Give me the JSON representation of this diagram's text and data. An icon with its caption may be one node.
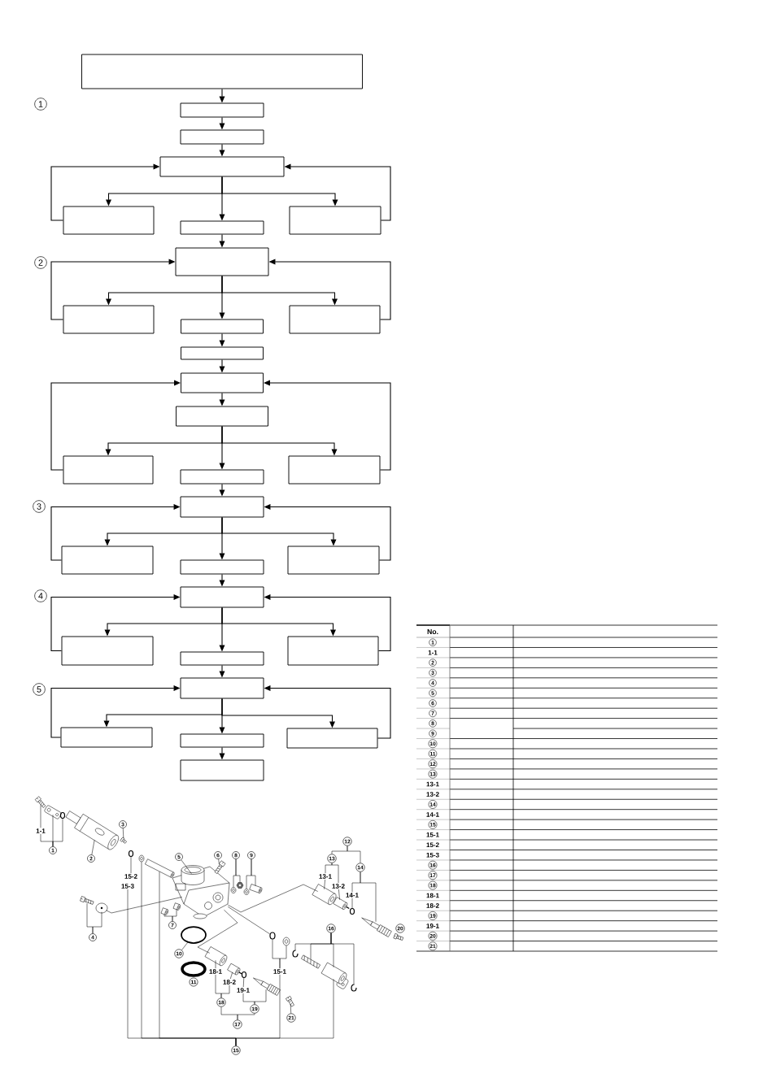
{
  "diagram": {
    "nodes": [
      {
        "text": [],
        "shape": "box"
      },
      {
        "text": [],
        "shape": "box"
      },
      {
        "text": [],
        "shape": "box"
      },
      {
        "text": [],
        "shape": "box"
      },
      {
        "text": [],
        "shape": "box"
      },
      {
        "text": [],
        "shape": "box"
      },
      {
        "text": [],
        "shape": "box"
      },
      {
        "text": [],
        "shape": "box"
      },
      {
        "text": [],
        "shape": "box"
      },
      {
        "text": [],
        "shape": "box"
      },
      {
        "text": [],
        "shape": "box"
      },
      {
        "text": [],
        "shape": "box"
      },
      {
        "text": [],
        "shape": "box"
      },
      {
        "text": [],
        "shape": "box"
      },
      {
        "text": [],
        "shape": "box"
      },
      {
        "text": [],
        "shape": "box"
      },
      {
        "text": [],
        "shape": "box"
      },
      {
        "text": [],
        "shape": "box"
      },
      {
        "text": [],
        "shape": "box"
      },
      {
        "text": [],
        "shape": "box"
      },
      {
        "text": [],
        "shape": "box"
      },
      {
        "text": [],
        "shape": "box"
      },
      {
        "text": [],
        "shape": "box"
      },
      {
        "text": [],
        "shape": "box"
      },
      {
        "text": [],
        "shape": "box"
      },
      {
        "text": [],
        "shape": "box"
      },
      {
        "text": [],
        "shape": "box"
      },
      {
        "text": [],
        "shape": "box"
      },
      {
        "text": [],
        "shape": "box"
      },
      {
        "text": [],
        "shape": "box"
      },
      {
        "text": [
          "1-1"
        ]
      },
      {
        "text": [
          "1"
        ]
      },
      {
        "text": [
          "2"
        ]
      },
      {
        "text": [
          "3"
        ]
      },
      {
        "text": [
          "5"
        ]
      },
      {
        "text": [
          "6"
        ]
      },
      {
        "text": [
          "8"
        ]
      },
      {
        "text": [
          "9"
        ]
      },
      {
        "text": [
          "12"
        ]
      },
      {
        "text": [
          "13"
        ]
      },
      {
        "text": [
          "14"
        ]
      },
      {
        "text": [
          "13-1"
        ]
      },
      {
        "text": [
          "13-2"
        ]
      },
      {
        "text": [
          "14-1"
        ]
      },
      {
        "text": [
          "15-2"
        ]
      },
      {
        "text": [
          "15-3"
        ]
      },
      {
        "text": [
          "4"
        ]
      },
      {
        "text": [
          "7"
        ]
      },
      {
        "text": [
          "16"
        ]
      },
      {
        "text": [
          "10"
        ]
      },
      {
        "text": [
          "15-1"
        ]
      },
      {
        "text": [
          "18-1"
        ]
      },
      {
        "text": [
          "18-2"
        ]
      },
      {
        "text": [
          "19-1"
        ]
      },
      {
        "text": [
          "18"
        ]
      },
      {
        "text": [
          "19"
        ]
      },
      {
        "text": [
          "21"
        ]
      },
      {
        "text": [
          "17"
        ]
      },
      {
        "text": [
          "15"
        ]
      },
      {
        "text": [],
        "shape": "picture"
      },
      {
        "text": [],
        "shape": "picture"
      },
      {
        "text": [],
        "shape": "circle"
      },
      {
        "text": [],
        "shape": "picture"
      },
      {
        "text": [],
        "shape": "picture"
      },
      {
        "text": [],
        "shape": "circle"
      },
      {
        "text": [],
        "shape": "picture"
      },
      {
        "text": [],
        "shape": "picture"
      },
      {
        "text": [],
        "shape": "picture"
      },
      {
        "text": [],
        "shape": "picture"
      },
      {
        "text": [],
        "shape": "picture"
      },
      {
        "text": [],
        "shape": "picture"
      },
      {
        "text": [],
        "shape": "picture"
      },
      {
        "text": [],
        "shape": "picture"
      },
      {
        "text": [],
        "shape": "picture"
      },
      {
        "text": [],
        "shape": "picture"
      },
      {
        "text": [],
        "shape": "picture"
      },
      {
        "text": [],
        "shape": "picture"
      },
      {
        "text": [],
        "shape": "picture"
      },
      {
        "text": [],
        "shape": "picture"
      },
      {
        "text": [],
        "shape": "circle"
      },
      {
        "text": [],
        "shape": "picture"
      },
      {
        "text": [],
        "shape": "circle"
      },
      {
        "text": [],
        "shape": "circle"
      },
      {
        "text": [],
        "shape": "picture"
      },
      {
        "text": [],
        "shape": "picture"
      },
      {
        "text": [],
        "shape": "picture"
      },
      {
        "text": [],
        "shape": "picture"
      },
      {
        "text": [],
        "shape": "picture"
      },
      {
        "text": [],
        "shape": "picture"
      },
      {
        "text": [],
        "shape": "picture"
      },
      {
        "text": [],
        "shape": "circle"
      },
      {
        "text": [],
        "shape": "picture"
      },
      {
        "text": [],
        "shape": "picture"
      }
    ],
    "edges": [
      {
        "from": 0,
        "to": 1,
        "arrow": "to"
      },
      {
        "from": 1,
        "to": 2,
        "arrow": "to"
      },
      {
        "from": 2,
        "to": 3,
        "arrow": "to"
      },
      {
        "from": 3,
        "to": 4,
        "arrow": "to"
      },
      {
        "from": 3,
        "to": 5,
        "arrow": "to"
      },
      {
        "from": 3,
        "to": 6,
        "arrow": "to"
      },
      {
        "from": 4,
        "to": 3,
        "arrow": "to"
      },
      {
        "from": 6,
        "to": 3,
        "arrow": "to"
      },
      {
        "from": 5,
        "to": 7,
        "arrow": "to"
      },
      {
        "from": 7,
        "to": 8,
        "arrow": "to"
      },
      {
        "from": 7,
        "to": 9,
        "arrow": "to"
      },
      {
        "from": 7,
        "to": 10,
        "arrow": "to"
      },
      {
        "from": 8,
        "to": 7,
        "arrow": "to"
      },
      {
        "from": 10,
        "to": 7,
        "arrow": "to"
      },
      {
        "from": 9,
        "to": 11,
        "arrow": "to"
      },
      {
        "from": 11,
        "to": 12,
        "arrow": "to"
      },
      {
        "from": 12,
        "to": 13,
        "arrow": "to"
      },
      {
        "from": 13,
        "to": 14,
        "arrow": "to"
      },
      {
        "from": 13,
        "to": 15,
        "arrow": "to"
      },
      {
        "from": 13,
        "to": 16,
        "arrow": "to"
      },
      {
        "from": 14,
        "to": 12,
        "arrow": "to"
      },
      {
        "from": 16,
        "to": 12,
        "arrow": "to"
      },
      {
        "from": 15,
        "to": 17,
        "arrow": "to"
      },
      {
        "from": 17,
        "to": 18,
        "arrow": "to"
      },
      {
        "from": 17,
        "to": 19,
        "arrow": "to"
      },
      {
        "from": 17,
        "to": 20,
        "arrow": "to"
      },
      {
        "from": 18,
        "to": 17,
        "arrow": "to"
      },
      {
        "from": 20,
        "to": 17,
        "arrow": "to"
      },
      {
        "from": 19,
        "to": 21,
        "arrow": "to"
      },
      {
        "from": 21,
        "to": 22,
        "arrow": "to"
      },
      {
        "from": 21,
        "to": 23,
        "arrow": "to"
      },
      {
        "from": 21,
        "to": 24,
        "arrow": "to"
      },
      {
        "from": 22,
        "to": 21,
        "arrow": "to"
      },
      {
        "from": 24,
        "to": 21,
        "arrow": "to"
      },
      {
        "from": 23,
        "to": 25,
        "arrow": "to"
      },
      {
        "from": 25,
        "to": 26,
        "arrow": "to"
      },
      {
        "from": 25,
        "to": 27,
        "arrow": "to"
      },
      {
        "from": 25,
        "to": 28,
        "arrow": "to"
      },
      {
        "from": 26,
        "to": 25,
        "arrow": "to"
      },
      {
        "from": 28,
        "to": 25,
        "arrow": "to"
      },
      {
        "from": 27,
        "to": 29,
        "arrow": "to"
      },
      {
        "from": 30,
        "to": 59,
        "arrow": "none"
      },
      {
        "from": 31,
        "to": 30,
        "arrow": "none"
      },
      {
        "from": 31,
        "to": 60,
        "arrow": "none"
      },
      {
        "from": 31,
        "to": 61,
        "arrow": "none"
      },
      {
        "from": 32,
        "to": 62,
        "arrow": "none"
      },
      {
        "from": 33,
        "to": 63,
        "arrow": "none"
      },
      {
        "from": 34,
        "to": 67,
        "arrow": "none"
      },
      {
        "from": 35,
        "to": 68,
        "arrow": "none"
      },
      {
        "from": 36,
        "to": 69,
        "arrow": "none"
      },
      {
        "from": 36,
        "to": 70,
        "arrow": "none"
      },
      {
        "from": 37,
        "to": 71,
        "arrow": "none"
      },
      {
        "from": 37,
        "to": 72,
        "arrow": "none"
      },
      {
        "from": 38,
        "to": 39,
        "arrow": "none"
      },
      {
        "from": 38,
        "to": 40,
        "arrow": "none"
      },
      {
        "from": 39,
        "to": 41,
        "arrow": "none"
      },
      {
        "from": 39,
        "to": 42,
        "arrow": "none"
      },
      {
        "from": 40,
        "to": 43,
        "arrow": "none"
      },
      {
        "from": 40,
        "to": 80,
        "arrow": "none"
      },
      {
        "from": 41,
        "to": 77,
        "arrow": "none"
      },
      {
        "from": 42,
        "to": 78,
        "arrow": "none"
      },
      {
        "from": 43,
        "to": 79,
        "arrow": "none"
      },
      {
        "from": 44,
        "to": 64,
        "arrow": "none"
      },
      {
        "from": 46,
        "to": 73,
        "arrow": "none"
      },
      {
        "from": 46,
        "to": 74,
        "arrow": "none"
      },
      {
        "from": 47,
        "to": 75,
        "arrow": "none"
      },
      {
        "from": 47,
        "to": 76,
        "arrow": "none"
      },
      {
        "from": 48,
        "to": 84,
        "arrow": "none"
      },
      {
        "from": 48,
        "to": 85,
        "arrow": "none"
      },
      {
        "from": 48,
        "to": 86,
        "arrow": "none"
      },
      {
        "from": 48,
        "to": 87,
        "arrow": "none"
      },
      {
        "from": 49,
        "to": 81,
        "arrow": "none"
      },
      {
        "from": 50,
        "to": 82,
        "arrow": "none"
      },
      {
        "from": 50,
        "to": 83,
        "arrow": "none"
      },
      {
        "from": 51,
        "to": 88,
        "arrow": "none"
      },
      {
        "from": 52,
        "to": 89,
        "arrow": "none"
      },
      {
        "from": 53,
        "to": 90,
        "arrow": "none"
      },
      {
        "from": 54,
        "to": 51,
        "arrow": "none"
      },
      {
        "from": 54,
        "to": 52,
        "arrow": "none"
      },
      {
        "from": 55,
        "to": 53,
        "arrow": "none"
      },
      {
        "from": 55,
        "to": 91,
        "arrow": "none"
      },
      {
        "from": 56,
        "to": 92,
        "arrow": "none"
      },
      {
        "from": 57,
        "to": 54,
        "arrow": "none"
      },
      {
        "from": 57,
        "to": 55,
        "arrow": "none"
      },
      {
        "from": 58,
        "to": 45,
        "arrow": "none"
      },
      {
        "from": 58,
        "to": 65,
        "arrow": "none"
      },
      {
        "from": 58,
        "to": 66,
        "arrow": "none"
      },
      {
        "from": 58,
        "to": 50,
        "arrow": "none"
      },
      {
        "from": 58,
        "to": 86,
        "arrow": "none"
      },
      {
        "from": 74,
        "to": 67,
        "arrow": "none"
      },
      {
        "from": 67,
        "to": 77,
        "arrow": "none"
      },
      {
        "from": 67,
        "to": 88,
        "arrow": "none"
      },
      {
        "from": 67,
        "to": 82,
        "arrow": "none"
      }
    ],
    "labels": [
      "1",
      "2",
      "3",
      "4",
      "5",
      "11",
      "20",
      "No.",
      "1",
      "1-1",
      "2",
      "3",
      "4",
      "5",
      "6",
      "7",
      "8",
      "9",
      "10",
      "11",
      "12",
      "13",
      "13-1",
      "13-2",
      "14",
      "14-1",
      "15",
      "15-1",
      "15-2",
      "15-3",
      "16",
      "17",
      "18",
      "18-1",
      "18-2",
      "19",
      "19-1",
      "20",
      "21"
    ]
  }
}
